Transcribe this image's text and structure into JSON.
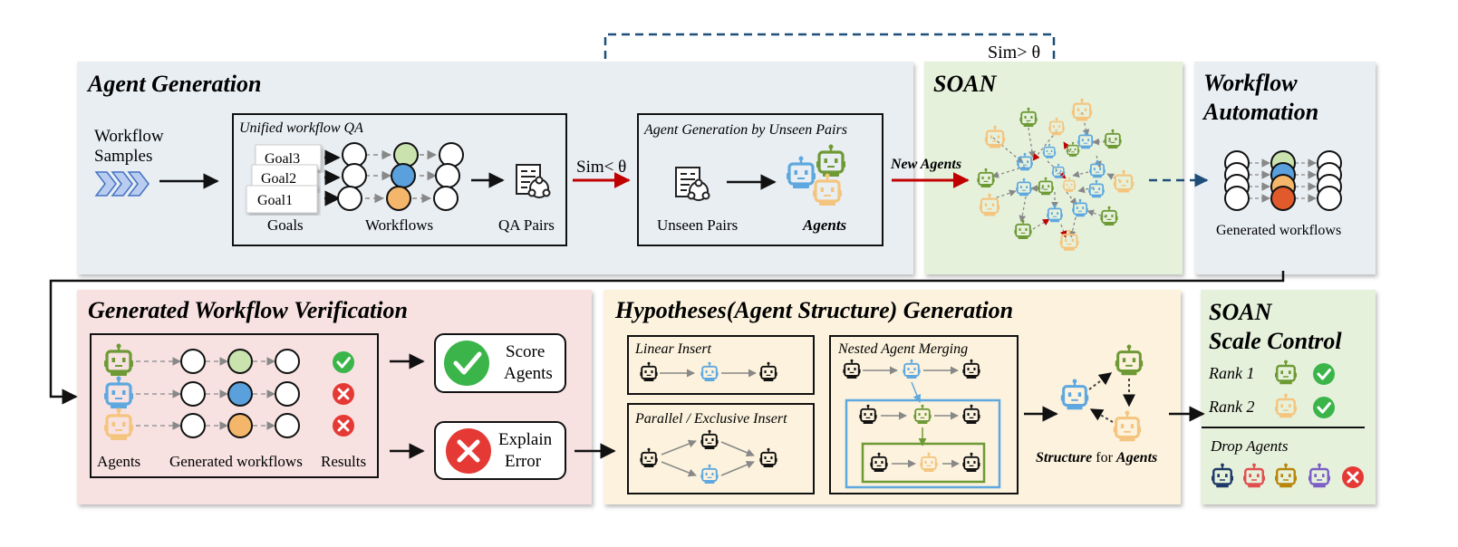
{
  "agent_generation": {
    "title": "Agent Generation",
    "workflow_samples": [
      "Workflow",
      "Samples"
    ],
    "unified_qa": {
      "title": "Unified workflow QA",
      "goals": [
        "Goal3",
        "Goal2",
        "Goal1"
      ],
      "goals_label": "Goals",
      "workflows_label": "Workflows",
      "qa_pairs_label": "QA Pairs"
    },
    "sim_lt": "Sim< θ",
    "unseen": {
      "title": "Agent Generation by Unseen Pairs",
      "unseen_label": "Unseen Pairs",
      "agents_label": "Agents"
    }
  },
  "sim_gt": "Sim> θ",
  "new_agents": "New Agents",
  "soan": {
    "title": "SOAN"
  },
  "workflow_automation": {
    "title_line1": "Workflow",
    "title_line2": "Automation",
    "caption": "Generated workflows"
  },
  "verification": {
    "title": "Generated Workflow Verification",
    "agents_label": "Agents",
    "workflows_label": "Generated workflows",
    "results_label": "Results",
    "score_line1": "Score",
    "score_line2": "Agents",
    "explain_line1": "Explain",
    "explain_line2": "Error"
  },
  "hypotheses": {
    "title": "Hypotheses(Agent Structure) Generation",
    "linear": "Linear Insert",
    "parallel": "Parallel / Exclusive Insert",
    "nested": "Nested Agent Merging",
    "structure_bold": "Structure",
    "structure_for": "for",
    "structure_agents": "Agents"
  },
  "scale_control": {
    "title_line1": "SOAN",
    "title_line2": "Scale Control",
    "rank1": "Rank 1",
    "rank2": "Rank 2",
    "drop": "Drop Agents"
  },
  "colors": {
    "blue_agent": "#5ea8df",
    "green_agent": "#6e9a35",
    "orange_agent": "#f4c57f",
    "green_fill": "#c9e2ae",
    "blue_fill": "#5aa0dc",
    "orange_fill": "#f4b66a",
    "red_fill": "#e05a2b",
    "check_green": "#3bb54a",
    "cross_red": "#e53935",
    "navy_dash": "#1f4e79",
    "red_arrow": "#c00000"
  }
}
